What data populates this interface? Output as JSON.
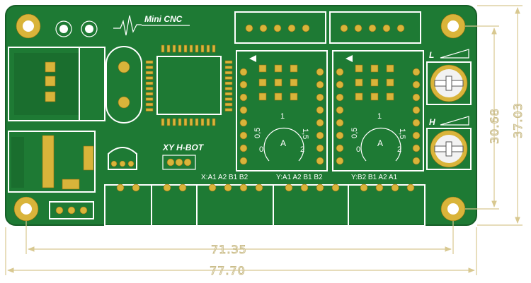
{
  "board": {
    "title": "Mini CNC",
    "motion_label": "XY  H-BOT",
    "colors": {
      "board": "#1e7a34",
      "board_edge": "#165e27",
      "pad": "#d9b43a",
      "silk": "#ffffff",
      "dimension": "#d8c890"
    }
  },
  "drivers": [
    {
      "name": "driver-x",
      "scale": {
        "t0": "0",
        "t05": "0,5",
        "t1": "1",
        "t15": "1,5",
        "t2": "2",
        "center": "A"
      }
    },
    {
      "name": "driver-y",
      "scale": {
        "t0": "0",
        "t05": "0,5",
        "t1": "1",
        "t15": "1,5",
        "t2": "2",
        "center": "A"
      }
    }
  ],
  "trimmers": {
    "low_label": "L",
    "high_label": "H"
  },
  "header_labels": {
    "x_motor": "X:A1 A2 B1 B2",
    "y_motor_a": "Y:A1 A2 B1 B2",
    "y_motor_b": "Y:B2 B1 A2 A1"
  },
  "dimensions": {
    "inner_width": "71.35",
    "outer_width": "77.70",
    "inner_height": "30.68",
    "outer_height": "37.03"
  }
}
